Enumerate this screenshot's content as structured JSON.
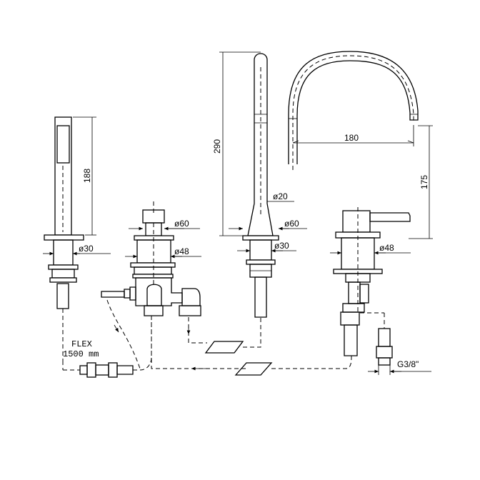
{
  "dimensions": {
    "hand_shower_height": "188",
    "hand_shower_base_dia": "ø30",
    "diverter_top_dia": "ø60",
    "diverter_body_dia": "ø48",
    "spout_height": "290",
    "spout_tube_dia": "ø20",
    "spout_base_dia": "ø60",
    "spout_shank_dia": "ø30",
    "spout_reach": "180",
    "spout_outlet_height": "175",
    "mixer_body_dia": "ø48",
    "connection_thread": "G3/8\""
  },
  "notes": {
    "flex_label": "FLEX",
    "flex_length": "1500 mm"
  },
  "colors": {
    "line": "#000000",
    "background": "#ffffff"
  }
}
